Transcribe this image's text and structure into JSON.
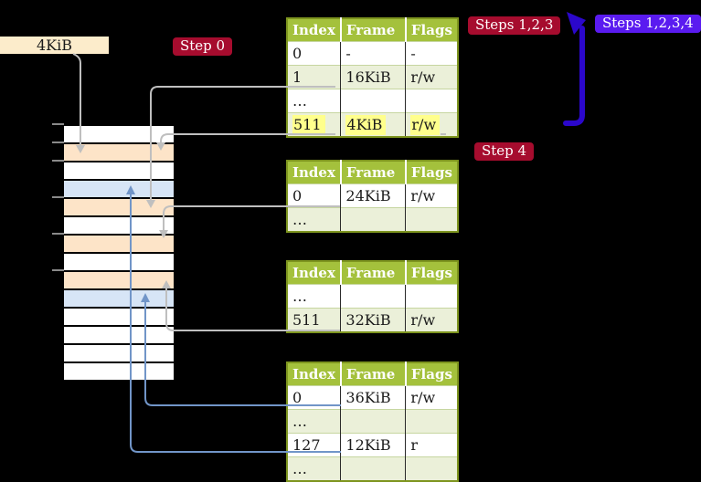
{
  "colors": {
    "background": "#000000",
    "table-header-green": "#a4c13c",
    "table-border-olive": "#7e951f",
    "table-row-tint": "#ebf0d9",
    "table-row-separator": "#c6d6a0",
    "cell-divider": "#2a2a2a",
    "highlight-yellow": "#ffff8c",
    "label-cream": "#fceccb",
    "memory-table-orange": "#fde4c8",
    "memory-page-blue": "#d7e5f6",
    "badge-crimson": "#a60c2e",
    "badge-violet": "#5a1bf0",
    "arrow-blue-thick": "#2b07cb",
    "arrow-blue-thin": "#7195c8",
    "arrow-gray": "#bfbfbf",
    "tick-gray": "#8a8a8a",
    "text-dark": "#1a1a1a",
    "text-white": "#ffffff"
  },
  "size_label": {
    "text": "4KiB"
  },
  "badges": {
    "step0": "Step 0",
    "steps123": "Steps 1,2,3",
    "steps1234": "Steps 1,2,3,4",
    "step4": "Step 4"
  },
  "memory_column": {
    "rows": [
      {
        "kind": "empty"
      },
      {
        "kind": "table"
      },
      {
        "kind": "empty"
      },
      {
        "kind": "page"
      },
      {
        "kind": "table"
      },
      {
        "kind": "empty"
      },
      {
        "kind": "table"
      },
      {
        "kind": "empty"
      },
      {
        "kind": "table"
      },
      {
        "kind": "page"
      },
      {
        "kind": "empty"
      },
      {
        "kind": "empty"
      },
      {
        "kind": "empty"
      },
      {
        "kind": "empty"
      }
    ]
  },
  "tables": [
    {
      "name": "page-table-1",
      "headers": [
        "Index",
        "Frame",
        "Flags"
      ],
      "rows": [
        {
          "cells": [
            "0",
            "-",
            "-"
          ],
          "tint": false,
          "highlight": false
        },
        {
          "cells": [
            "1",
            "16KiB",
            "r/w"
          ],
          "tint": true,
          "highlight": false
        },
        {
          "cells": [
            "…",
            "",
            ""
          ],
          "tint": false,
          "highlight": false
        },
        {
          "cells": [
            "511",
            "4KiB",
            "r/w"
          ],
          "tint": true,
          "highlight": true
        }
      ]
    },
    {
      "name": "page-table-2",
      "headers": [
        "Index",
        "Frame",
        "Flags"
      ],
      "rows": [
        {
          "cells": [
            "0",
            "24KiB",
            "r/w"
          ],
          "tint": false,
          "highlight": false
        },
        {
          "cells": [
            "…",
            "",
            ""
          ],
          "tint": true,
          "highlight": false
        }
      ]
    },
    {
      "name": "page-table-3",
      "headers": [
        "Index",
        "Frame",
        "Flags"
      ],
      "rows": [
        {
          "cells": [
            "…",
            "",
            ""
          ],
          "tint": false,
          "highlight": false
        },
        {
          "cells": [
            "511",
            "32KiB",
            "r/w"
          ],
          "tint": true,
          "highlight": false
        }
      ]
    },
    {
      "name": "page-table-4",
      "headers": [
        "Index",
        "Frame",
        "Flags"
      ],
      "rows": [
        {
          "cells": [
            "0",
            "36KiB",
            "r/w"
          ],
          "tint": false,
          "highlight": false
        },
        {
          "cells": [
            "…",
            "",
            ""
          ],
          "tint": true,
          "highlight": false
        },
        {
          "cells": [
            "127",
            "12KiB",
            "r"
          ],
          "tint": false,
          "highlight": false
        },
        {
          "cells": [
            "…",
            "",
            ""
          ],
          "tint": true,
          "highlight": false
        }
      ]
    }
  ]
}
